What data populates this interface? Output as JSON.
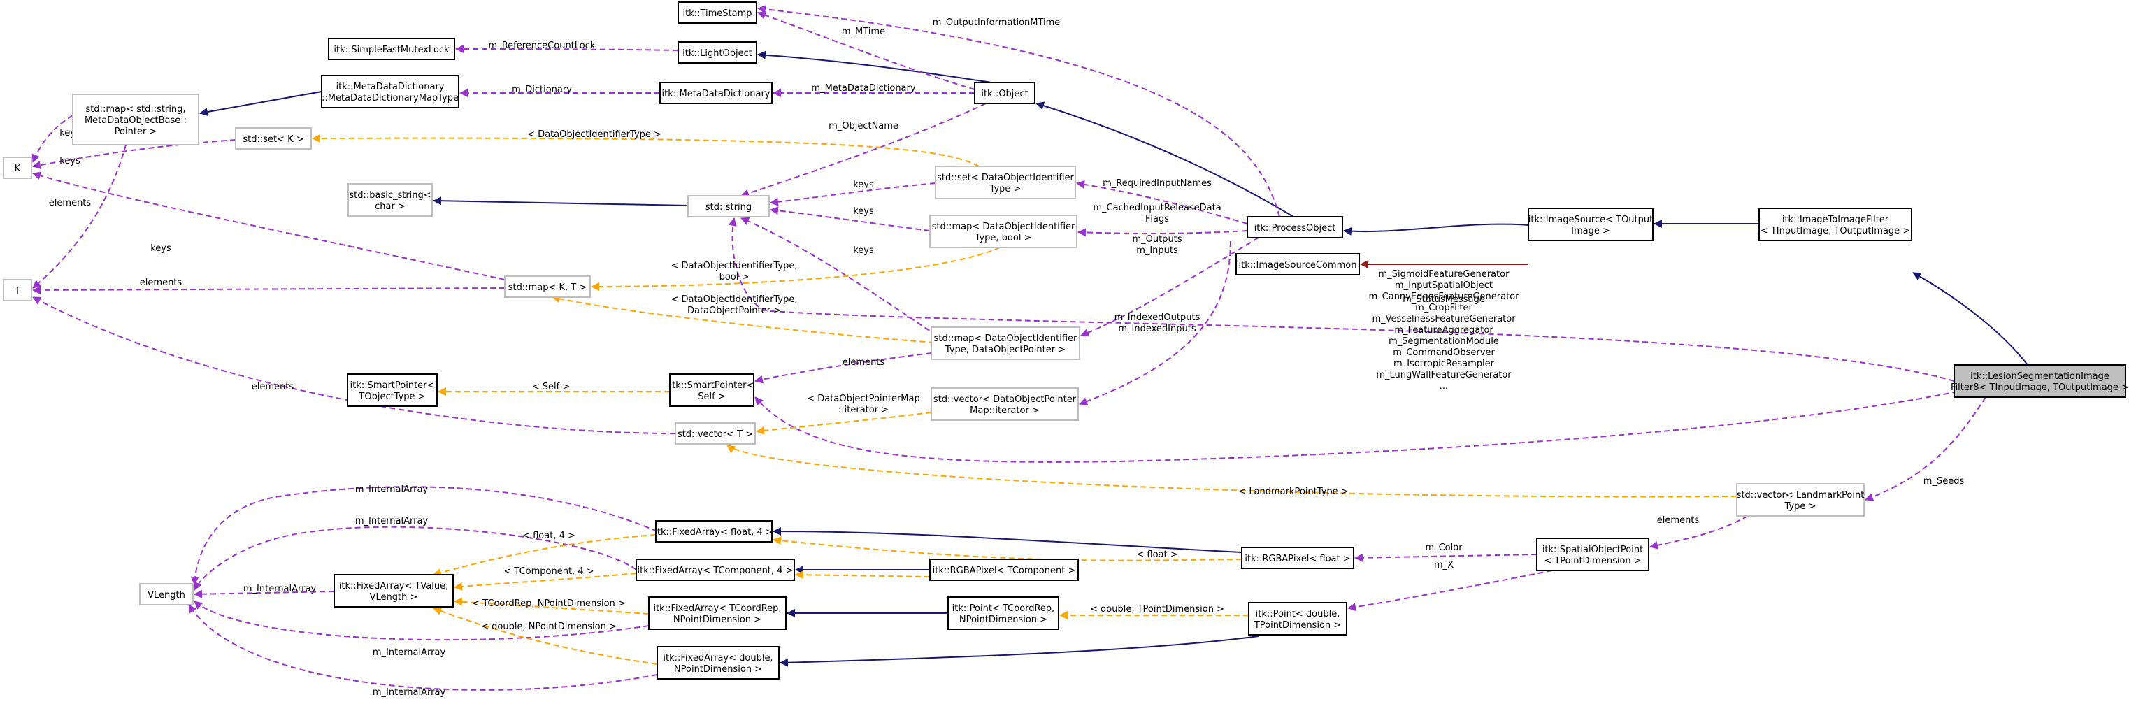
{
  "colors": {
    "inheritance": "#191970",
    "private": "#8b1a1a",
    "usage": "#9a32cd",
    "template": "#ffa500",
    "focus_fill": "#bfbfbf",
    "external_border": "#bfbfbf"
  },
  "nodes": {
    "timestamp": [
      "itk::TimeStamp"
    ],
    "fastmutex": [
      "itk::SimpleFastMutexLock"
    ],
    "lightobject": [
      "itk::LightObject"
    ],
    "mdd_maptype": [
      "itk::MetaDataDictionary",
      "::MetaDataDictionaryMapType"
    ],
    "mdd": [
      "itk::MetaDataDictionary"
    ],
    "object": [
      "itk::Object"
    ],
    "stdmap_string": [
      "std::map< std::string,",
      "MetaDataObjectBase::",
      "Pointer >"
    ],
    "K": [
      "K"
    ],
    "stdset_K": [
      "std::set< K >"
    ],
    "set_doid": [
      "std::set< DataObjectIdentifier",
      "Type >"
    ],
    "basic_string": [
      "std::basic_string<",
      "char >"
    ],
    "stdstring": [
      "std::string"
    ],
    "map_doid_bool": [
      "std::map< DataObjectIdentifier",
      "Type, bool >"
    ],
    "processobject": [
      "itk::ProcessObject"
    ],
    "imagesourcecommon": [
      "itk::ImageSourceCommon"
    ],
    "imagesource": [
      "itk::ImageSource< TOutput",
      "Image >"
    ],
    "imagetoimage": [
      "itk::ImageToImageFilter",
      "< TInputImage, TOutputImage >"
    ],
    "T": [
      "T"
    ],
    "stdmap_KT": [
      "std::map< K, T >"
    ],
    "map_doid_ptr": [
      "std::map< DataObjectIdentifier",
      "Type, DataObjectPointer >"
    ],
    "lesion": [
      "itk::LesionSegmentationImage",
      "Filter8< TInputImage, TOutputImage >"
    ],
    "sp_tobj": [
      "itk::SmartPointer<",
      "TObjectType >"
    ],
    "sp_self": [
      "itk::SmartPointer<",
      "Self >"
    ],
    "vec_dopm": [
      "std::vector< DataObjectPointer",
      "Map::iterator >"
    ],
    "vec_T": [
      "std::vector< T >"
    ],
    "vec_landmark": [
      "std::vector< LandmarkPoint",
      "Type >"
    ],
    "fa_float4": [
      "itk::FixedArray< float, 4 >"
    ],
    "fa_tcomp4": [
      "itk::FixedArray< TComponent, 4 >"
    ],
    "rgba_tcomp": [
      "itk::RGBAPixel< TComponent >"
    ],
    "rgba_float": [
      "itk::RGBAPixel< float >"
    ],
    "spatialpoint": [
      "itk::SpatialObjectPoint",
      "< TPointDimension >"
    ],
    "vlength": [
      "VLength"
    ],
    "fa_tvalue": [
      "itk::FixedArray< TValue,",
      "VLength >"
    ],
    "fa_tcoordrep": [
      "itk::FixedArray< TCoordRep,",
      "NPointDimension >"
    ],
    "point_tcoordrep": [
      "itk::Point< TCoordRep,",
      "NPointDimension >"
    ],
    "point_double": [
      "itk::Point< double,",
      "TPointDimension >"
    ],
    "fa_double": [
      "itk::FixedArray< double,",
      "NPointDimension >"
    ]
  },
  "edge_labels": {
    "m_mtime": [
      "m_MTime"
    ],
    "m_outputinfo_mtime": [
      "m_OutputInformationMTime"
    ],
    "m_refcountlock": [
      "m_ReferenceCountLock"
    ],
    "m_dictionary": [
      "m_Dictionary"
    ],
    "m_metadatadictionary": [
      "m_MetaDataDictionary"
    ],
    "keys_k1": [
      "keys"
    ],
    "keys_k2": [
      "keys"
    ],
    "elements_t1": [
      "elements"
    ],
    "doid_type": [
      "< DataObjectIdentifierType >"
    ],
    "m_objectname": [
      "m_ObjectName"
    ],
    "keys_s1": [
      "keys"
    ],
    "keys_s2": [
      "keys"
    ],
    "keys_s3": [
      "keys"
    ],
    "m_requiredinputnames": [
      "m_RequiredInputNames"
    ],
    "m_cachedinputrelease": [
      "m_CachedInputReleaseData",
      "Flags"
    ],
    "m_outputs_inputs": [
      "m_Outputs",
      "m_Inputs"
    ],
    "keys_k3": [
      "keys"
    ],
    "elements_t2": [
      "elements"
    ],
    "doid_bool": [
      "< DataObjectIdentifierType,",
      "bool >"
    ],
    "doid_ptr": [
      "< DataObjectIdentifierType,",
      "DataObjectPointer >"
    ],
    "m_statusmessage": [
      "m_StatusMessage"
    ],
    "m_indexed": [
      "m_IndexedOutputs",
      "m_IndexedInputs"
    ],
    "elements_sp": [
      "elements"
    ],
    "self_label": [
      "< Self >"
    ],
    "elements_t3": [
      "elements"
    ],
    "dopm_iter": [
      "< DataObjectPointerMap",
      "::iterator >"
    ],
    "lesion_members": [
      "m_SigmoidFeatureGenerator",
      "m_InputSpatialObject",
      "m_CannyEdgesFeatureGenerator",
      "m_CropFilter",
      "m_VesselnessFeatureGenerator",
      "m_FeatureAggregator",
      "m_SegmentationModule",
      "m_CommandObserver",
      "m_IsotropicResampler",
      "m_LungWallFeatureGenerator",
      "..."
    ],
    "m_seeds": [
      "m_Seeds"
    ],
    "landmark_type": [
      "< LandmarkPointType >"
    ],
    "elements_lm": [
      "elements"
    ],
    "m_internalarray1": [
      "m_InternalArray"
    ],
    "m_internalarray2": [
      "m_InternalArray"
    ],
    "m_internalarray3": [
      "m_InternalArray"
    ],
    "m_internalarray4": [
      "m_InternalArray"
    ],
    "m_internalarray5": [
      "m_InternalArray"
    ],
    "float4": [
      "< float, 4 >"
    ],
    "tcomp4": [
      "< TComponent, 4 >"
    ],
    "float_lbl": [
      "< float >"
    ],
    "m_color": [
      "m_Color"
    ],
    "m_x": [
      "m_X"
    ],
    "tcoordrep_npd": [
      "< TCoordRep, NPointDimension >"
    ],
    "double_npd": [
      "< double, NPointDimension >"
    ],
    "double_tpd": [
      "< double, TPointDimension >"
    ]
  }
}
